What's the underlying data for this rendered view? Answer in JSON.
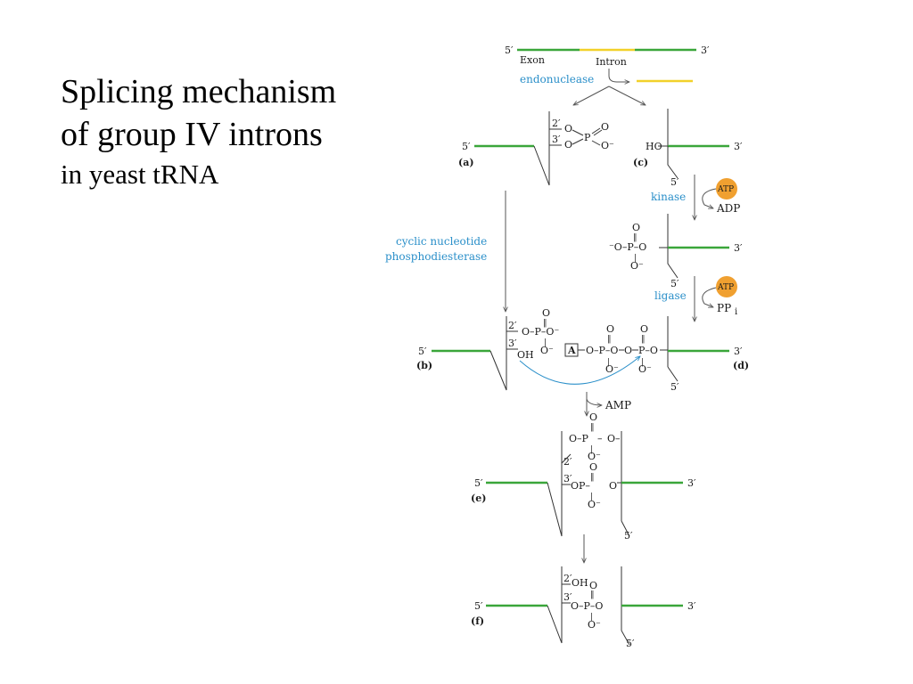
{
  "title": {
    "line1": "Splicing mechanism",
    "line2": "of group IV introns",
    "line3": "in yeast tRNA"
  },
  "diagram": {
    "top": {
      "five": "5′",
      "three": "3′",
      "exon": "Exon",
      "intron": "Intron"
    },
    "enzymes": {
      "endonuclease": "endonuclease",
      "kinase": "kinase",
      "ligase": "ligase",
      "cnp_line1": "cyclic nucleotide",
      "cnp_line2": "phosphodiesterase"
    },
    "cofactors": {
      "atp": "ATP",
      "adp": "ADP",
      "ppi_pp": "PP",
      "ppi_i": "i",
      "amp": "AMP"
    },
    "panels": {
      "a": "(a)",
      "b": "(b)",
      "c": "(c)",
      "d": "(d)",
      "e": "(e)",
      "f": "(f)"
    },
    "chem": {
      "five": "5′",
      "three": "3′",
      "p2": "2′",
      "p3": "3′",
      "O": "O",
      "P": "P",
      "Om": "O⁻",
      "mO": "⁻O",
      "OH": "OH",
      "HO": "HO",
      "A": "A",
      "dash": "–",
      "dbl": "=",
      "vdbl": "‖",
      "vsingle": "|",
      "cyc_O_P": "O–P",
      "cyc_O_eq": "O",
      "om_gap": "O–",
      "p_dash": "P–",
      "pO": "P–O",
      "O_P_O": "O–P–O",
      "mO_P_O": "⁻O–P–O",
      "O_Pm": "O–P–O⁻"
    }
  }
}
